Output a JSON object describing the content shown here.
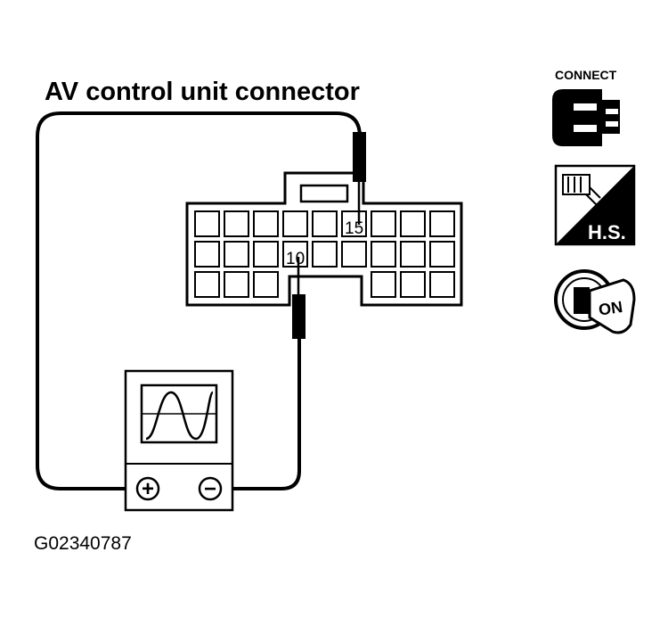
{
  "diagram": {
    "title": "AV control unit connector",
    "pins": {
      "upper": "15",
      "lower": "10"
    },
    "figure_code": "G02340787",
    "meter": {
      "positive_symbol": "+",
      "negative_symbol": "−"
    },
    "icons": [
      {
        "name": "connect-icon",
        "label": "CONNECT"
      },
      {
        "name": "harness-side-icon",
        "label": "H.S."
      },
      {
        "name": "ignition-on-icon",
        "label": "ON"
      }
    ]
  }
}
